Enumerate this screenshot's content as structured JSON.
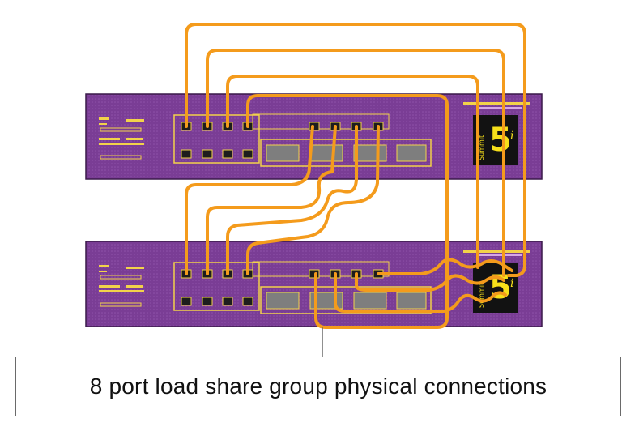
{
  "caption": {
    "text": "8 port load share group physical connections"
  },
  "switches": [
    {
      "name": "switch-top",
      "badge_number": "5",
      "badge_suffix": "i",
      "badge_brand": "Summit"
    },
    {
      "name": "switch-bottom",
      "badge_number": "5",
      "badge_suffix": "i",
      "badge_brand": "Summit"
    }
  ],
  "colors": {
    "chassis": "#7a3d95",
    "chassis_edge": "#3a1a4a",
    "panel_line": "#f2d24a",
    "cable": "#f49b1c",
    "badge_bg": "#121212",
    "badge_text": "#f7e01a",
    "module": "#7e7e7e"
  }
}
